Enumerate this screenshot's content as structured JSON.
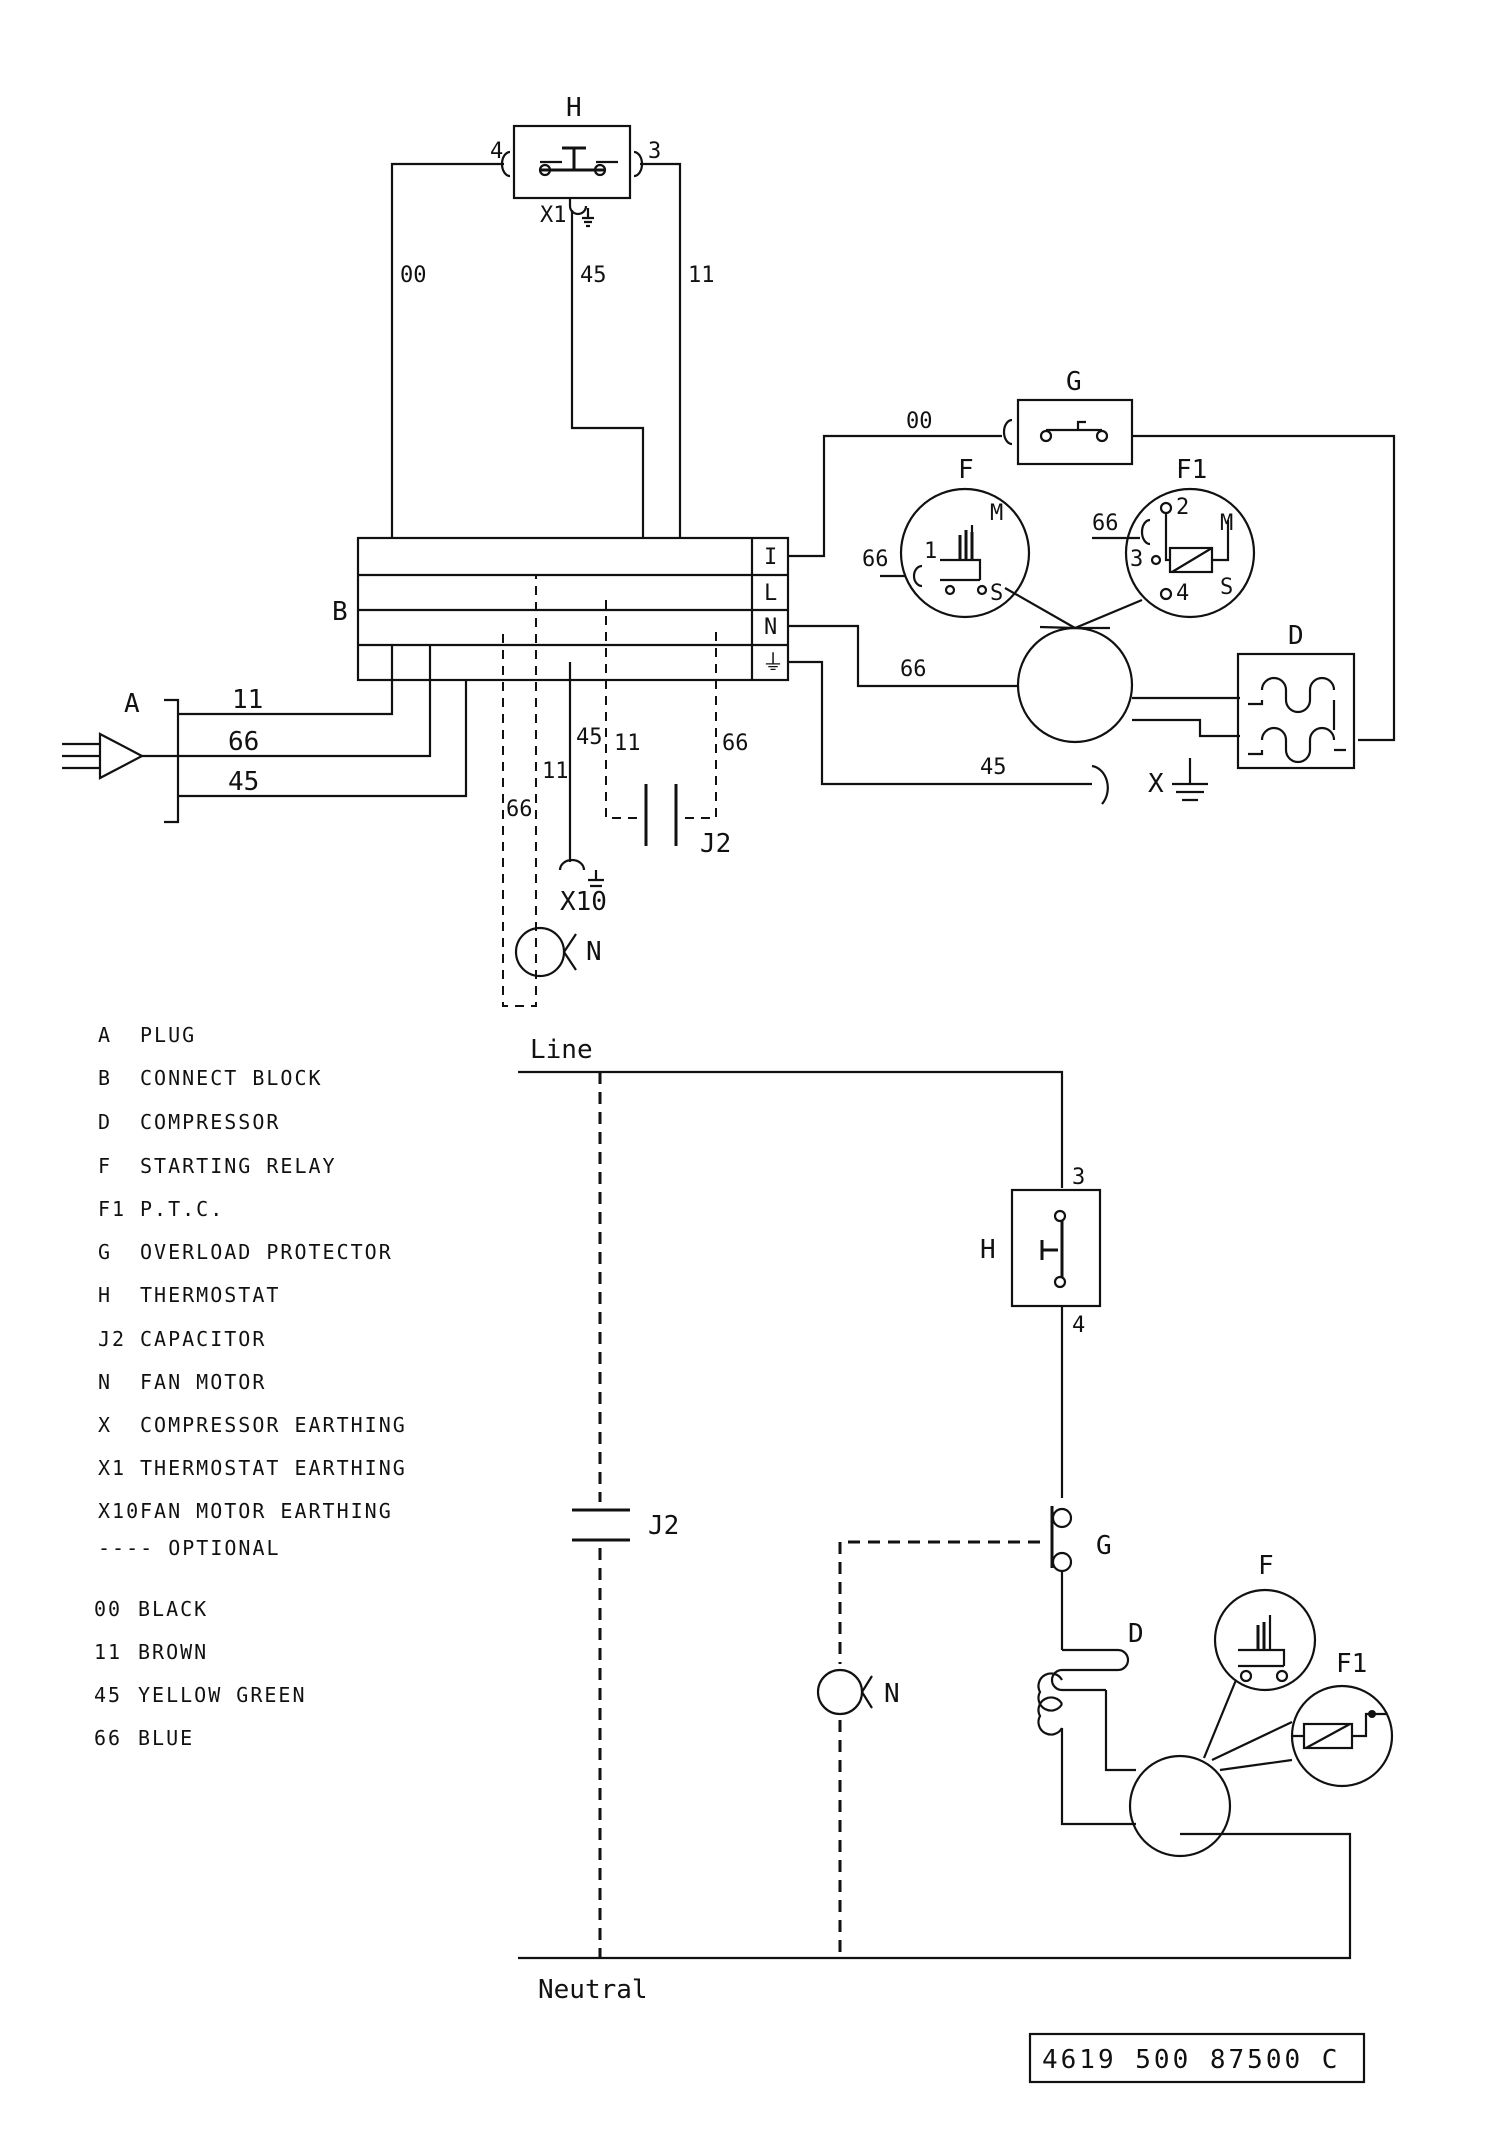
{
  "top_labels": {
    "H": "H",
    "H_pin4": "4",
    "H_pin3": "3",
    "X1": "X1",
    "wire_00": "00",
    "wire_45": "45",
    "wire_11": "11",
    "G": "G",
    "G_wire_00": "00",
    "F": "F",
    "F1": "F1",
    "F_66": "66",
    "F_S": "S",
    "F_M": "M",
    "F_1": "1",
    "F1_66": "66",
    "F1_M": "M",
    "F1_S": "S",
    "F1_2": "2",
    "F1_3": "3",
    "F1_4": "4",
    "B": "B",
    "term_L1": "I",
    "term_L": "L",
    "term_N": "N",
    "term_E": "⏚",
    "D": "D",
    "wire_66_comp": "66",
    "wire_45_earth": "45",
    "X": "X",
    "A": "A",
    "plug_11": "11",
    "plug_66": "66",
    "plug_45": "45",
    "n_66": "66",
    "n_11": "11",
    "n_45": "45",
    "x10_11": "11",
    "j2_66": "66",
    "J2": "J2",
    "X10": "X10",
    "N": "N"
  },
  "legend": [
    {
      "code": "A",
      "text": "PLUG"
    },
    {
      "code": "B",
      "text": "CONNECT BLOCK"
    },
    {
      "code": "D",
      "text": "COMPRESSOR"
    },
    {
      "code": "F",
      "text": "STARTING RELAY"
    },
    {
      "code": "F1",
      "text": "P.T.C."
    },
    {
      "code": "G",
      "text": "OVERLOAD PROTECTOR"
    },
    {
      "code": "H",
      "text": "THERMOSTAT"
    },
    {
      "code": "J2",
      "text": "CAPACITOR"
    },
    {
      "code": "N",
      "text": "FAN MOTOR"
    },
    {
      "code": "X",
      "text": "COMPRESSOR EARTHING"
    },
    {
      "code": "X1",
      "text": "THERMOSTAT EARTHING"
    },
    {
      "code": "X10",
      "text": "FAN MOTOR EARTHING"
    },
    {
      "code": "----",
      "text": "OPTIONAL"
    }
  ],
  "colors_legend": [
    {
      "code": "00",
      "text": "BLACK"
    },
    {
      "code": "11",
      "text": "BROWN"
    },
    {
      "code": "45",
      "text": "YELLOW GREEN"
    },
    {
      "code": "66",
      "text": "BLUE"
    }
  ],
  "schematic": {
    "line": "Line",
    "neutral": "Neutral",
    "H": "H",
    "H_pin3": "3",
    "H_pin4": "4",
    "G": "G",
    "D": "D",
    "F": "F",
    "F1": "F1",
    "J2": "J2",
    "N": "N"
  },
  "part_number": "4619 500 87500 C",
  "colors": {
    "ink": "#111111",
    "paper": "#ffffff"
  }
}
